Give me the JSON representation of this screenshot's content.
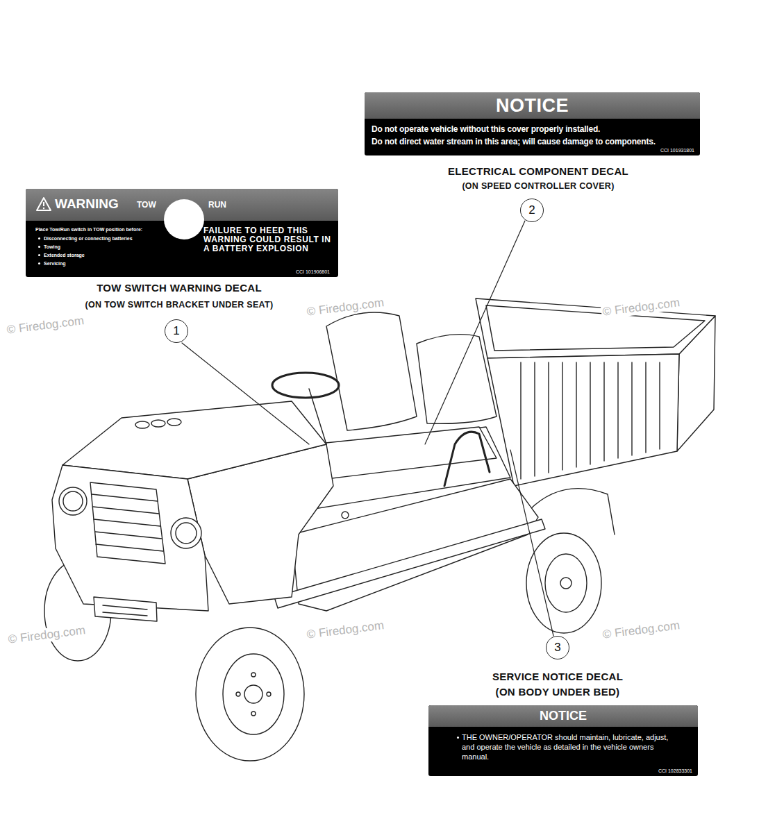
{
  "diagram": {
    "nodes": [
      {
        "text": [
          "NOTICE",
          "Do not operate vehicle without this cover properly installed.",
          "Do not direct water stream in this area; will cause damage to components.",
          "CCI 101931801"
        ]
      },
      {
        "text": [
          "WARNING",
          "TOW",
          "RUN",
          "Place Tow/Run switch in TOW position before:",
          "Disconnecting or connecting batteries",
          "Towing",
          "Extended storage",
          "Servicing",
          "FAILURE TO HEED THIS WARNING COULD RESULT IN A BATTERY EXPLOSION",
          "CCI 101906801"
        ]
      },
      {
        "text": [
          "NOTICE",
          "THE OWNER/OPERATOR should maintain, lubricate, adjust, and operate the vehicle as detailed in the vehicle owners manual.",
          "CCI 102833301"
        ]
      }
    ],
    "labels": [
      "ELECTRICAL COMPONENT DECAL",
      "(ON SPEED CONTROLLER COVER)",
      "TOW SWITCH WARNING DECAL",
      "(ON TOW SWITCH BRACKET UNDER SEAT)",
      "SERVICE NOTICE DECAL",
      "(ON BODY UNDER BED)",
      "1",
      "2",
      "3",
      "© Firedog.com",
      "© Firedog.com",
      "© Firedog.com",
      "© Firedog.com",
      "© Firedog.com",
      "© Firedog.com"
    ]
  }
}
